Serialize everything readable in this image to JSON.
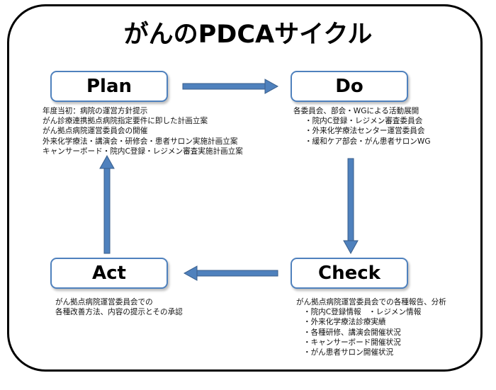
{
  "title": "がんのPDCAサイクル",
  "phases": {
    "plan": {
      "label": "Plan",
      "lines": [
        "年度当初：病院の運営方針提示",
        "がん診療連携拠点病院指定要件に即した計画立案",
        "がん拠点病院運営委員会の開催",
        "外来化学療法・講演会・研修会・患者サロン実施計画立案",
        "キャンサーボード・院内C登録・レジメン審査実施計画立案"
      ]
    },
    "do": {
      "label": "Do",
      "lines": [
        "各委員会、部会・WGによる活動展開",
        "・院内C登録・レジメン審査委員会",
        "・外来化学療法センター運営委員会",
        "・緩和ケア部会・がん患者サロンWG"
      ]
    },
    "check": {
      "label": "Check",
      "lines": [
        "がん拠点病院運営委員会での各種報告、分析",
        "・院内C登録情報　・レジメン情報",
        "・外来化学療法診療実績",
        "・各種研修、講演会開催状況",
        "・キャンサーボード開催状況",
        "・がん患者サロン開催状況"
      ]
    },
    "act": {
      "label": "Act",
      "lines": [
        "がん拠点病院運営委員会での",
        "各種改善方法、内容の提示とその承認"
      ]
    }
  },
  "colors": {
    "box_border": "#4f81bd",
    "arrow": "#4f81bd",
    "arrow_outline": "#385d8a",
    "frame": "#000000"
  }
}
